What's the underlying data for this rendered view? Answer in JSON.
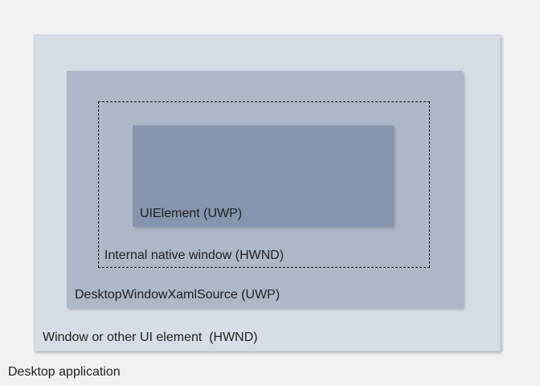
{
  "diagram": {
    "title_context": "XAML Islands hosting architecture",
    "labels": {
      "desktop_application": "Desktop application",
      "window": "Window or other UI element  (HWND)",
      "xaml_source": "DesktopWindowXamlSource (UWP)",
      "internal_window": "Internal native window (HWND)",
      "ui_element": "UIElement (UWP)"
    },
    "colors": {
      "page_background": "#f1f1f1",
      "outer_box": "#d6dde7",
      "middle_box": "#adb8c9",
      "inner_box": "#8496ad",
      "dashed_border": "#1a1a1a",
      "text": "#212121"
    }
  }
}
